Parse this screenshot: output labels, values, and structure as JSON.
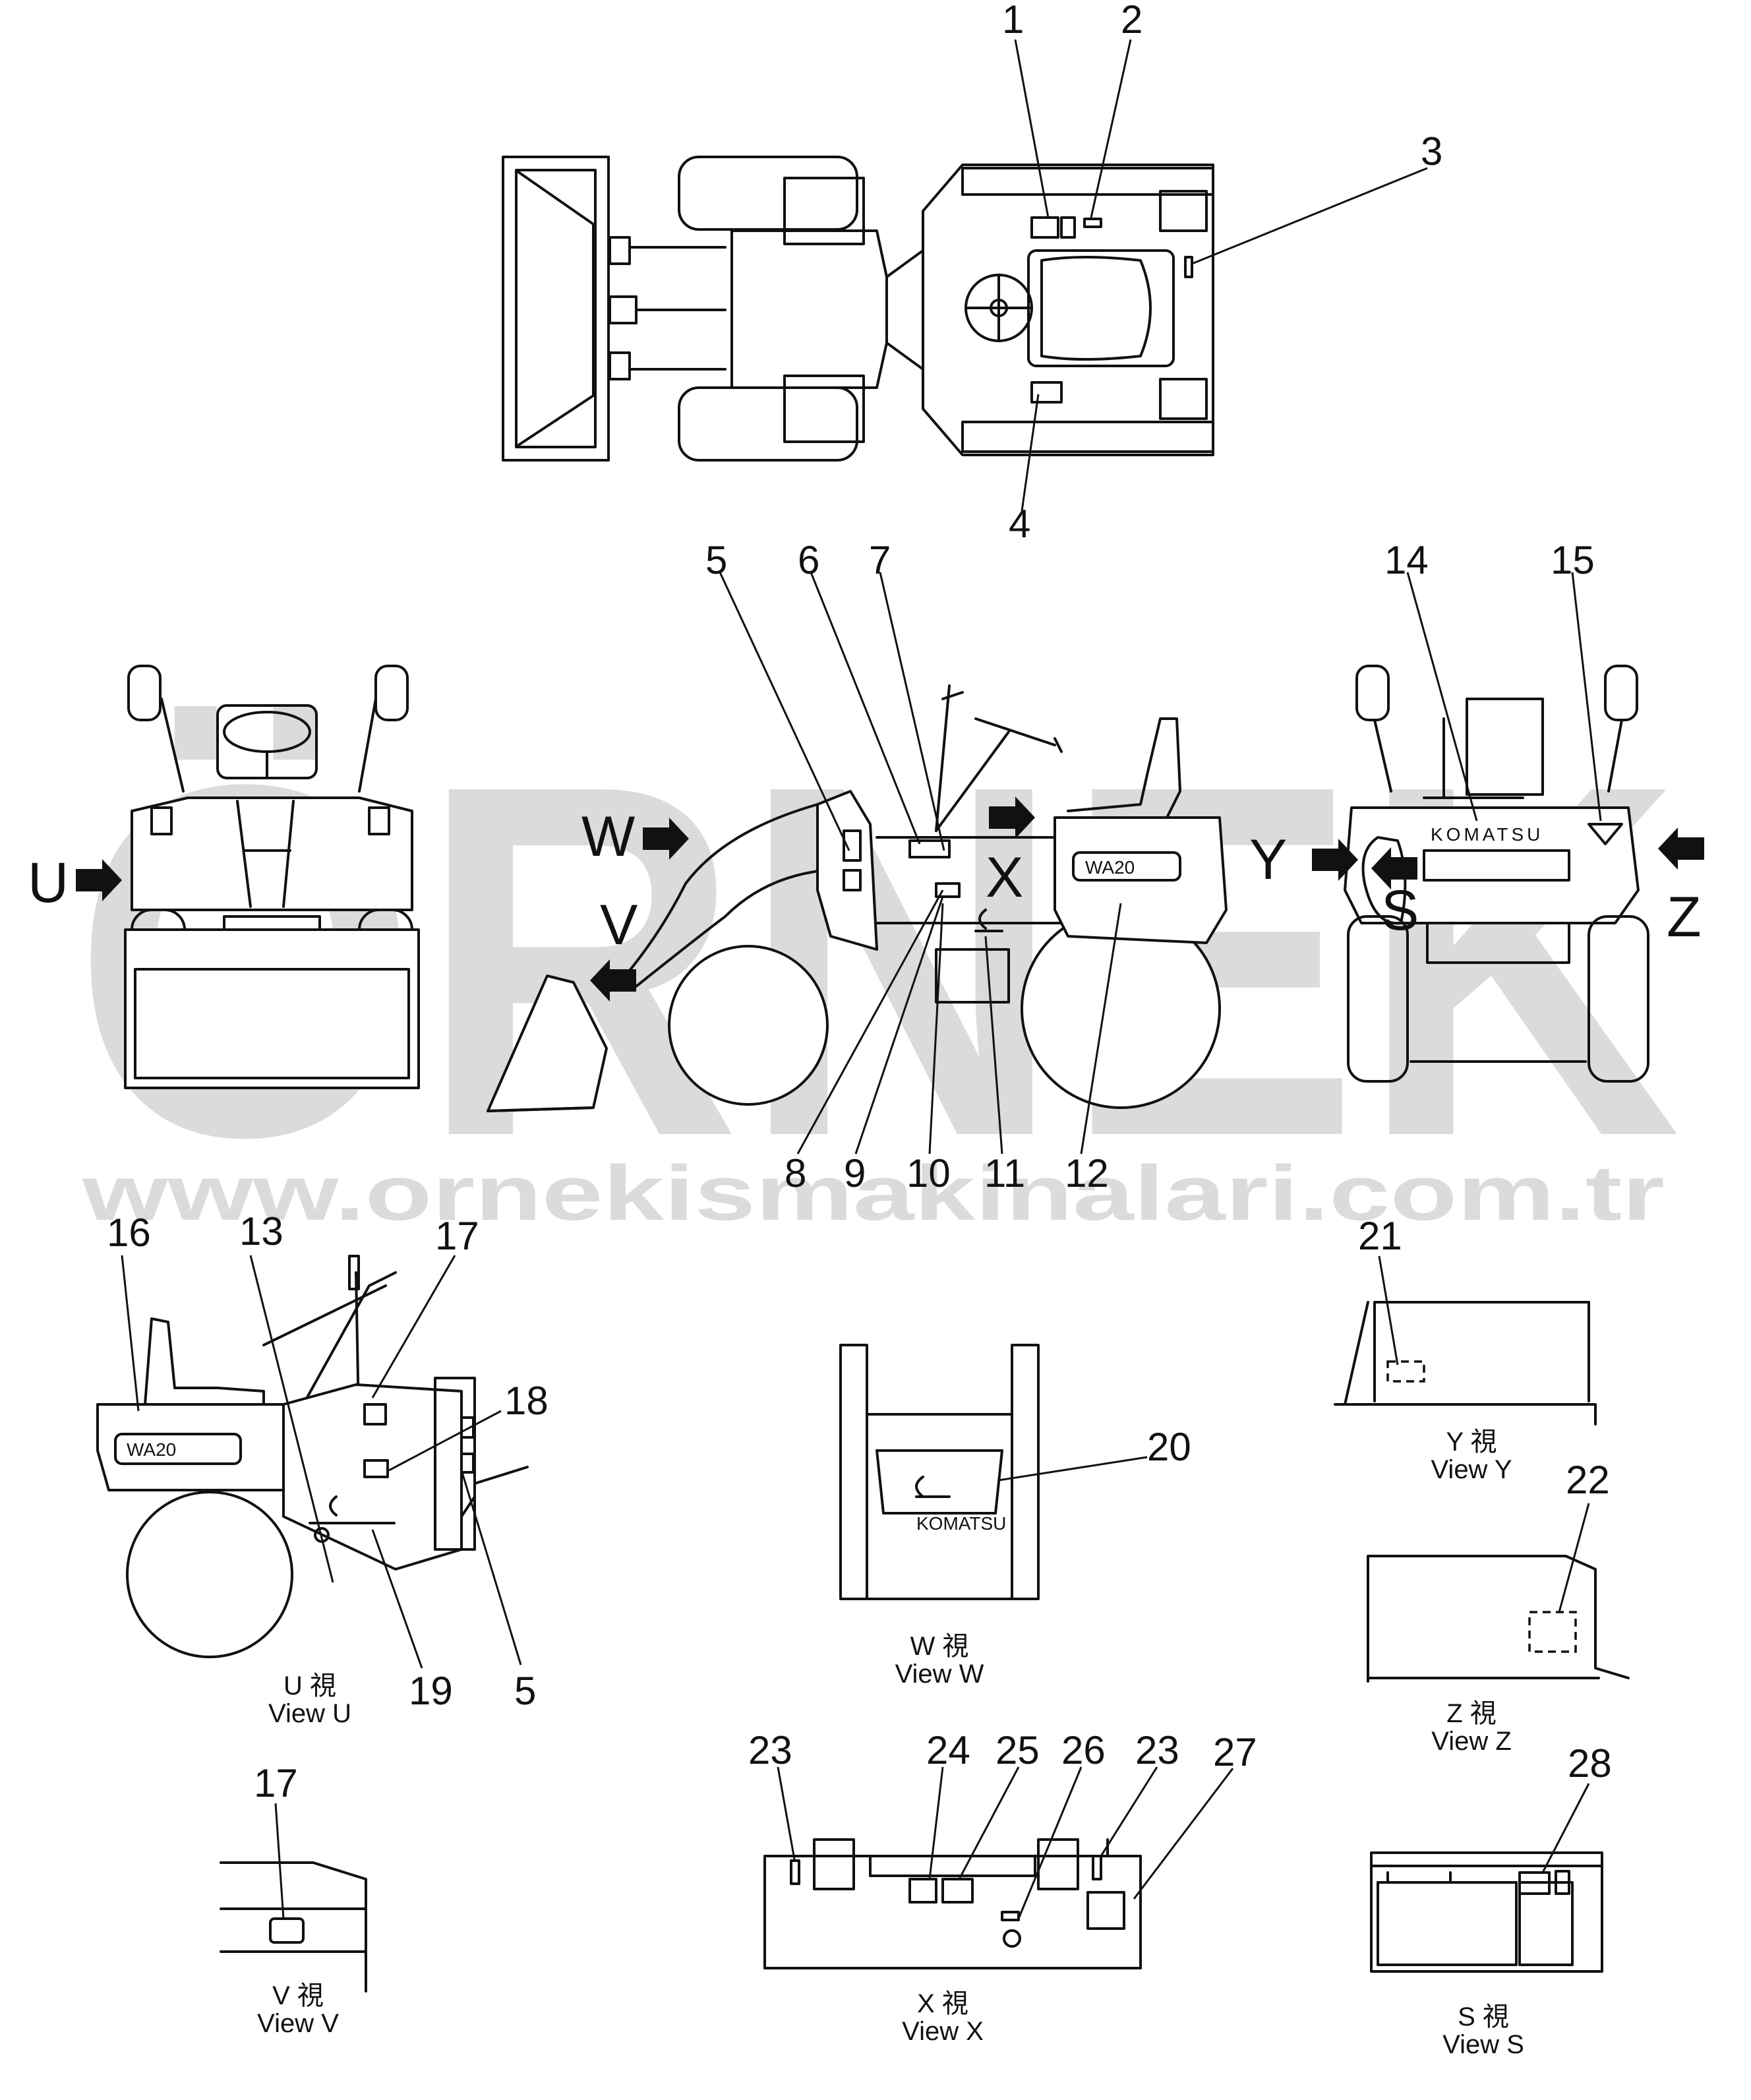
{
  "watermark": {
    "brand": "ÖRNEK",
    "url": "www.ornekismakinalari.com.tr"
  },
  "decal_text": {
    "model": "WA20",
    "brand": "KOMATSU"
  },
  "callouts": {
    "n1": "1",
    "n2": "2",
    "n3": "3",
    "n4": "4",
    "n5a": "5",
    "n5b": "5",
    "n6": "6",
    "n7": "7",
    "n8": "8",
    "n9": "9",
    "n10": "10",
    "n11": "11",
    "n12": "12",
    "n13": "13",
    "n14": "14",
    "n15": "15",
    "n16": "16",
    "n17a": "17",
    "n17b": "17",
    "n18": "18",
    "n19": "19",
    "n20": "20",
    "n21": "21",
    "n22": "22",
    "n23a": "23",
    "n23b": "23",
    "n24": "24",
    "n25": "25",
    "n26": "26",
    "n27": "27",
    "n28": "28"
  },
  "direction_letters": {
    "U": "U",
    "V": "V",
    "W": "W",
    "X": "X",
    "Y": "Y",
    "Z": "Z",
    "S": "S"
  },
  "views": {
    "U": {
      "jp": "U 視",
      "en": "View U"
    },
    "V": {
      "jp": "V 視",
      "en": "View V"
    },
    "W": {
      "jp": "W 視",
      "en": "View W"
    },
    "X": {
      "jp": "X 視",
      "en": "View X"
    },
    "Y": {
      "jp": "Y 視",
      "en": "View Y"
    },
    "Z": {
      "jp": "Z 視",
      "en": "View Z"
    },
    "S": {
      "jp": "S 視",
      "en": "View S"
    }
  },
  "colors": {
    "line": "#111111",
    "watermark": "#bdbdbd",
    "background": "#ffffff"
  }
}
